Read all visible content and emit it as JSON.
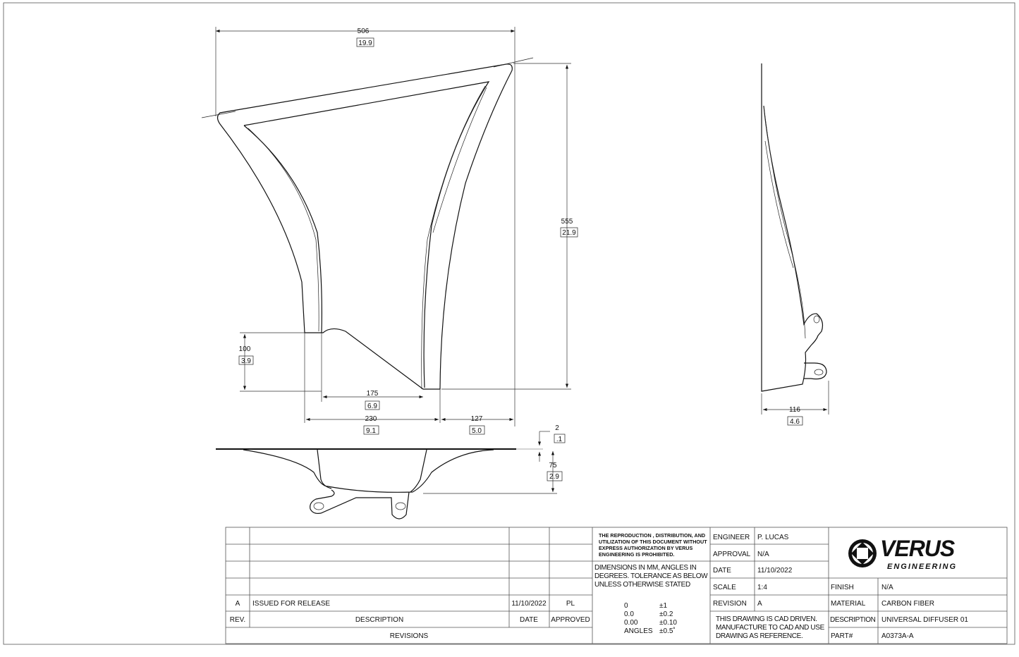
{
  "dimensions": {
    "width_total": "506",
    "width_total_in": "19.9",
    "height_total": "555",
    "height_total_in": "21.9",
    "leg_height": "100",
    "leg_height_in": "3.9",
    "fillet_width": "175",
    "fillet_width_in": "6.9",
    "left_span": "230",
    "left_span_in": "9.1",
    "right_span": "127",
    "right_span_in": "5.0",
    "thickness": "2",
    "thickness_in": ".1",
    "depth": "75",
    "depth_in": "2.9",
    "side_depth": "116",
    "side_depth_in": "4.6"
  },
  "revisions": {
    "rows": [
      {
        "rev": "A",
        "description": "ISSUED FOR RELEASE",
        "date": "11/10/2022",
        "approved": "PL"
      }
    ],
    "headers": {
      "rev": "REV.",
      "description": "DESCRIPTION",
      "date": "DATE",
      "approved": "APPROVED"
    },
    "title": "REVISIONS"
  },
  "notice": [
    "THE REPRODUCTION , DISTRIBUTION, AND",
    "UTILIZATION OF THIS DOCUMENT WITHOUT",
    "EXPRESS AUTHORIZATION BY VERUS",
    "ENGINEERING IS PROHIBITED."
  ],
  "tolerance_note": [
    "DIMENSIONS IN MM, ANGLES IN",
    "DEGREES. TOLERANCE AS BELOW",
    "UNLESS OTHERWISE STATED"
  ],
  "tolerances": [
    {
      "format": "0",
      "value": "±1"
    },
    {
      "format": "0.0",
      "value": "±0.2"
    },
    {
      "format": "0.00",
      "value": "±0.10"
    },
    {
      "format": "ANGLES",
      "value": "±0.5˚"
    }
  ],
  "info": {
    "engineer_label": "ENGINEER",
    "engineer": "P. LUCAS",
    "approval_label": "APPROVAL",
    "approval": "N/A",
    "date_label": "DATE",
    "date": "11/10/2022",
    "scale_label": "SCALE",
    "scale": "1:4",
    "revision_label": "REVISION",
    "revision": "A",
    "finish_label": "FINISH",
    "finish": "N/A",
    "material_label": "MATERIAL",
    "material": "CARBON FIBER",
    "description_label": "DESCRIPTION",
    "description": "UNIVERSAL DIFFUSER 01",
    "part_label": "PART#",
    "part": "A0373A-A"
  },
  "cad_note": [
    "THIS DRAWING IS CAD DRIVEN.",
    "MANUFACTURE TO CAD AND USE",
    "DRAWING AS REFERENCE."
  ],
  "logo": {
    "name": "VERUS",
    "sub": "ENGINEERING"
  }
}
